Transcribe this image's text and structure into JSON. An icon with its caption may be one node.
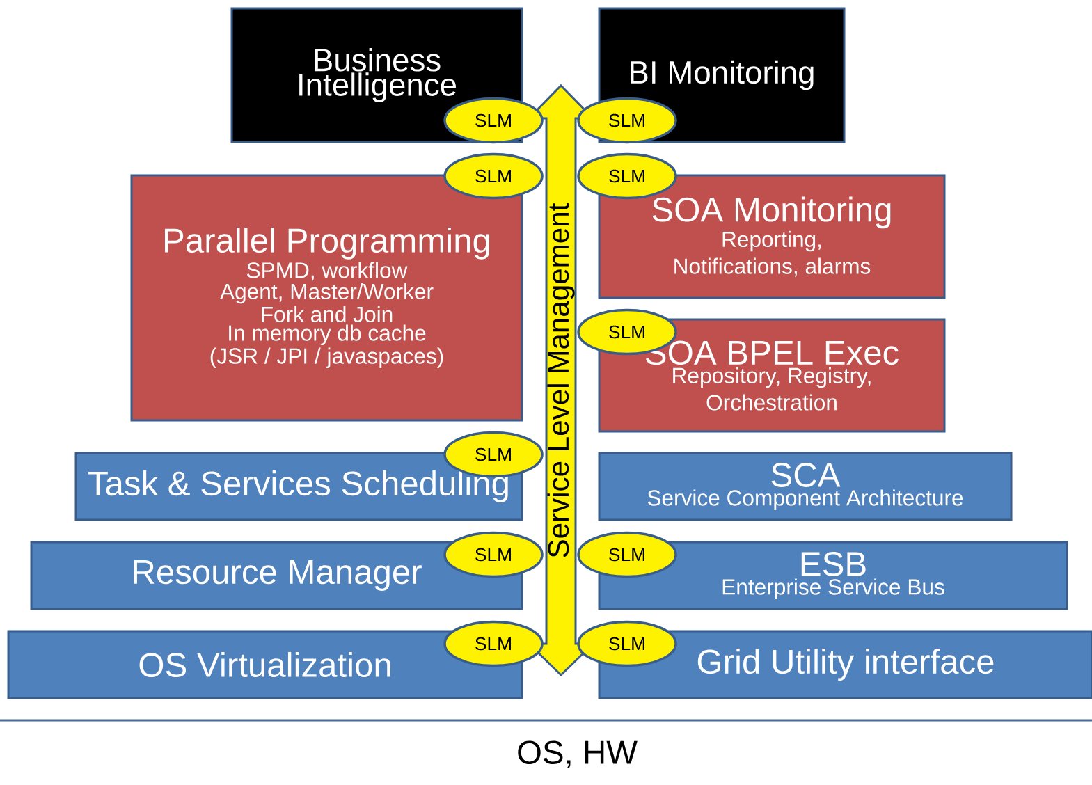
{
  "diagram": {
    "nodes": [
      {
        "text": [
          "Business Intelligence"
        ]
      },
      {
        "text": [
          "BI Monitoring"
        ]
      },
      {
        "text": [
          "Parallel Programming",
          "SPMD, workflow",
          "Agent, Master/Worker",
          "Fork and Join",
          "In memory db cache",
          "(JSR / JPI  / javaspaces)"
        ]
      },
      {
        "text": [
          "SOA Monitoring",
          "Reporting, Notifications, alarms"
        ]
      },
      {
        "text": [
          "SOA BPEL Exec",
          "Repository, Registry, Orchestration"
        ]
      },
      {
        "text": [
          "Task & Services Scheduling"
        ]
      },
      {
        "text": [
          "SCA",
          "Service Component Architecture"
        ]
      },
      {
        "text": [
          "Resource Manager"
        ]
      },
      {
        "text": [
          "ESB",
          "Enterprise Service Bus"
        ]
      },
      {
        "text": [
          "OS Virtualization"
        ]
      },
      {
        "text": [
          "Grid Utility interface"
        ]
      },
      {
        "text": [
          "Service Level Management"
        ]
      },
      {
        "text": [
          "SLM"
        ]
      },
      {
        "text": [
          "SLM"
        ]
      },
      {
        "text": [
          "SLM"
        ]
      },
      {
        "text": [
          "SLM"
        ]
      },
      {
        "text": [
          "SLM"
        ]
      },
      {
        "text": [
          "SLM"
        ]
      },
      {
        "text": [
          "SLM"
        ]
      },
      {
        "text": [
          "SLM"
        ]
      },
      {
        "text": [
          "SLM"
        ]
      },
      {
        "text": [
          "SLM"
        ]
      }
    ],
    "labels": [
      "OS, HW"
    ]
  }
}
